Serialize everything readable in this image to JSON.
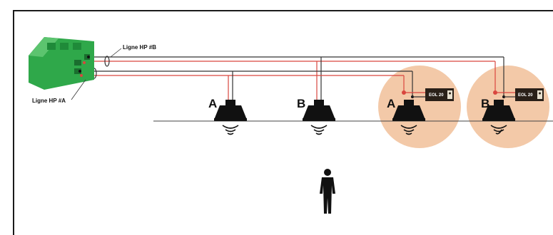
{
  "diagram": {
    "line_b_label": "Ligne HP #B",
    "line_a_label": "Ligne HP #A",
    "speakers": [
      {
        "letter": "A",
        "has_eol": false
      },
      {
        "letter": "B",
        "has_eol": false
      },
      {
        "letter": "A",
        "has_eol": true,
        "eol_label": "EOL 20"
      },
      {
        "letter": "B",
        "has_eol": true,
        "eol_label": "EOL 20"
      }
    ],
    "colors": {
      "connector": "#2fa84a",
      "red_wire": "#d9463e",
      "black_wire": "#333333",
      "highlight": "#f3c9a8",
      "eol_box": "#2a2018",
      "speaker": "#111111"
    }
  }
}
